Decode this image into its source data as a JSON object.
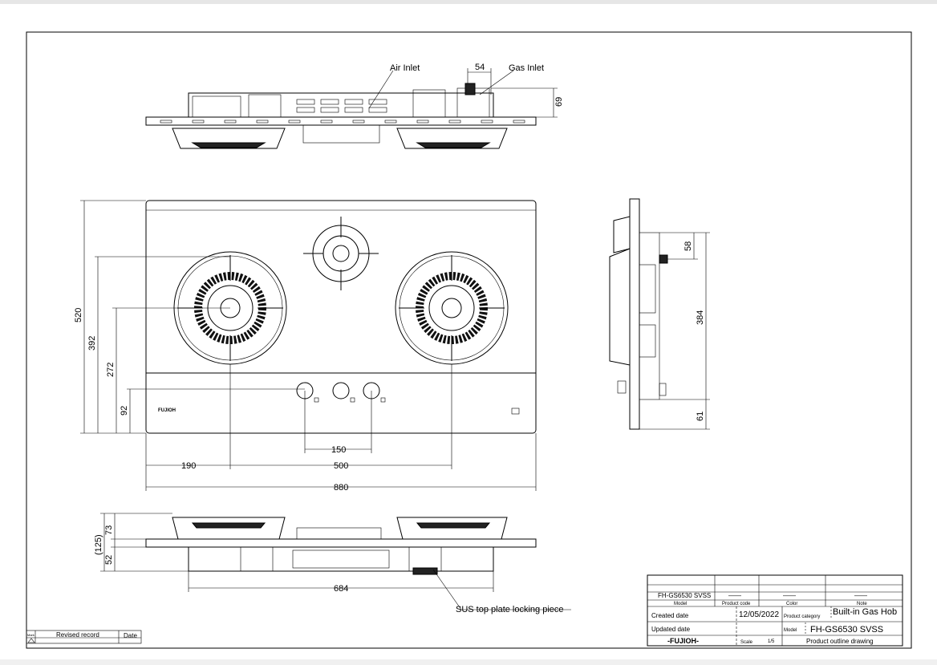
{
  "labels": {
    "air_inlet": "Air Inlet",
    "gas_inlet": "Gas Inlet",
    "locking_piece": "SUS top plate locking piece",
    "logo": "FUJIOH"
  },
  "dimensions": {
    "d54": "54",
    "d69": "69",
    "d520": "520",
    "d392": "392",
    "d272": "272",
    "d92": "92",
    "d150": "150",
    "d190": "190",
    "d500": "500",
    "d880": "880",
    "d58": "58",
    "d384": "384",
    "d61": "61",
    "d73": "73",
    "d52": "52",
    "d125": "(125)",
    "d684": "684"
  },
  "revised_record": {
    "mark": "Mark",
    "title": "Revised record",
    "date": "Date"
  },
  "title_block": {
    "model_value": "FH-GS6530 SVSS",
    "product_code_value": "——",
    "color_value": "——",
    "note_value": "——",
    "model_header": "Model",
    "product_code_header": "Product code",
    "color_header": "Color",
    "note_header": "Note",
    "created_date_label": "Created date",
    "created_date": "12/05/2022",
    "product_category_label": "Product category",
    "product_category": "Built-in Gas Hob",
    "updated_date_label": "Updated date",
    "model_label": "Model",
    "model": "FH-GS6530 SVSS",
    "brand": "-FUJIOH-",
    "scale_label": "Scale",
    "scale": "1/5",
    "drawing_type": "Product outline drawing"
  }
}
